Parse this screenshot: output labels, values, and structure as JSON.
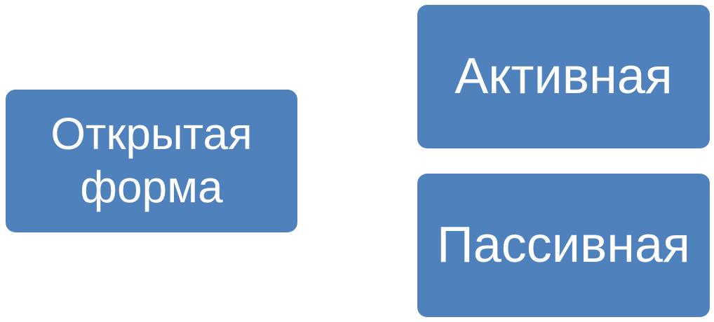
{
  "diagram": {
    "nodes": {
      "open_form": {
        "label": "Открытая\nформа"
      },
      "active": {
        "label": "Активная"
      },
      "passive": {
        "label": "Пассивная"
      }
    },
    "colors": {
      "node_fill": "#4f81bd",
      "node_text": "#ffffff",
      "background": "#ffffff"
    }
  }
}
